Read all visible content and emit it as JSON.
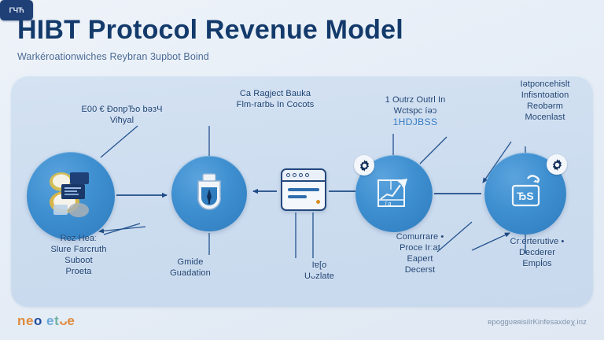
{
  "header": {
    "title": "HIBT Protocol  Revenue Model",
    "subtitle": "Warkéroationwiches Reybran 3upbot Boind"
  },
  "labels": {
    "top": [
      {
        "name": "label-top-1",
        "text": "E00 € ÐonƿЂo bəзЧ\nViћyal"
      },
      {
        "name": "label-top-2",
        "text": "Ca Ragject Bauka\nFlm-rarbь In Cocots"
      },
      {
        "name": "label-top-3",
        "text": "1 Outrz Outrl In\nWctspc íəɔ",
        "highlight": "1HDJBSS"
      },
      {
        "name": "label-top-4",
        "text": "Iətponcehislt\nInfisntoation\nReobərm\nMocenlast"
      }
    ],
    "bottom": [
      {
        "name": "label-bottom-1",
        "text": "Rez Heaː\nSlure Farcruth\nSuboot\nProetа"
      },
      {
        "name": "label-bottom-2",
        "text": "Gmide\nGuadation"
      },
      {
        "name": "label-bottom-3",
        "text": "Iɐ[o\nUᴗzlate"
      },
      {
        "name": "label-bottom-4",
        "text": "Comurrare •\nProce Irːat\nEapert\nDecerst"
      },
      {
        "name": "label-bottom-5",
        "text": "Crːerterutive •\nDecderer\nEmpĺos"
      }
    ]
  },
  "nodes": [
    {
      "name": "node-coins-documents",
      "icon": "coins-documents-icon",
      "badge_label": "ΓЧЋ"
    },
    {
      "name": "node-shield-pen",
      "icon": "shield-pen-icon"
    },
    {
      "name": "node-browser-window",
      "icon": "browser-window-icon"
    },
    {
      "name": "node-growth-chart",
      "icon": "growth-chart-icon",
      "badge": "gear-icon"
    },
    {
      "name": "node-revenue-card",
      "icon": "revenue-card-icon",
      "badge": "gear-icon"
    }
  ],
  "footer": {
    "brand": {
      "p1": "n",
      "p2": "e",
      "p3": "o",
      "p4": "e",
      "p5": "t",
      "p6": "ᴗe"
    },
    "note": "ʀроggʋʀʀisilrKinfesaxdeꭓ.inz"
  },
  "colors": {
    "title": "#133a6b",
    "node_fill": "#3e8fd0",
    "edge": "#1f4c86",
    "panel": "#ccdcef",
    "background": "#e7eef7",
    "accent": "#2f77c0"
  }
}
